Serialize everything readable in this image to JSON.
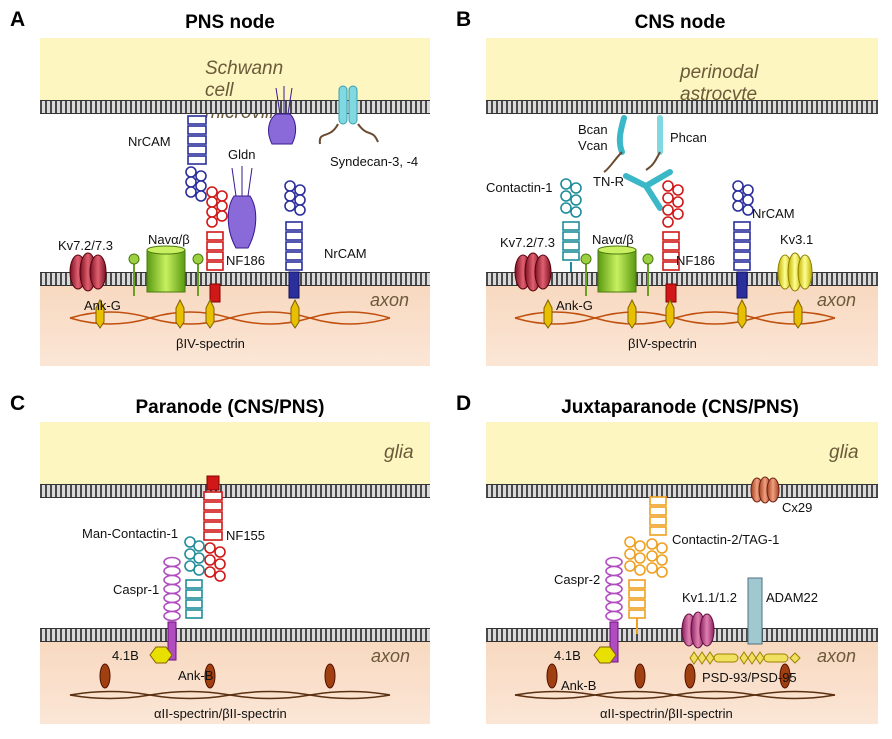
{
  "panels": {
    "A": {
      "letter": "A",
      "title": "PNS node",
      "glia_label": "Schwann cell microvilli",
      "axon_label": "axon",
      "labels": {
        "nrcam_top": "NrCAM",
        "gldn": "Gldn",
        "syndecan": "Syndecan-3, -4",
        "kv": "Kv7.2/7.3",
        "nav": "Navα/β",
        "nf186": "NF186",
        "nrcam_bottom": "NrCAM",
        "ankg": "Ank-G",
        "spectrin": "βIV-spectrin"
      }
    },
    "B": {
      "letter": "B",
      "title": "CNS node",
      "glia_label": "perinodal astrocyte",
      "axon_label": "axon",
      "labels": {
        "bcan": "Bcan",
        "vcan": "Vcan",
        "phcan": "Phcan",
        "tnr": "TN-R",
        "contactin1": "Contactin-1",
        "kv": "Kv7.2/7.3",
        "nav": "Navα/β",
        "nf186": "NF186",
        "nrcam": "NrCAM",
        "kv31": "Kv3.1",
        "ankg": "Ank-G",
        "spectrin": "βIV-spectrin"
      }
    },
    "C": {
      "letter": "C",
      "title": "Paranode (CNS/PNS)",
      "glia_label": "glia",
      "axon_label": "axon",
      "labels": {
        "mancontactin": "Man-Contactin-1",
        "nf155": "NF155",
        "caspr1": "Caspr-1",
        "b41": "4.1B",
        "ankb": "Ank-B",
        "spectrin": "αII-spectrin/βII-spectrin"
      }
    },
    "D": {
      "letter": "D",
      "title": "Juxtaparanode (CNS/PNS)",
      "glia_label": "glia",
      "axon_label": "axon",
      "labels": {
        "cx29": "Cx29",
        "contactin2": "Contactin-2/TAG-1",
        "caspr2": "Caspr-2",
        "kv11": "Kv1.1/1.2",
        "adam22": "ADAM22",
        "b41": "4.1B",
        "psd": "PSD-93/PSD-95",
        "ankb": "Ank-B",
        "spectrin": "αII-spectrin/βII-spectrin"
      }
    }
  },
  "colors": {
    "glia": "#fdf6c1",
    "axon": "#f9dcc6",
    "nrcam": "#2b2f9c",
    "nf": "#d01818",
    "contactin": "#1f8d9a",
    "caspr": "#b04cc0",
    "tag1": "#f0a020",
    "nav": "#7cc020",
    "ankyrin": "#e8c000",
    "spectrin": "#c05010",
    "kv": "#b02030",
    "kv31": "#f0e020",
    "adam22": "#9fc8d0",
    "gldn": "#6a3ac0",
    "syndecan": "#80d8e0"
  }
}
